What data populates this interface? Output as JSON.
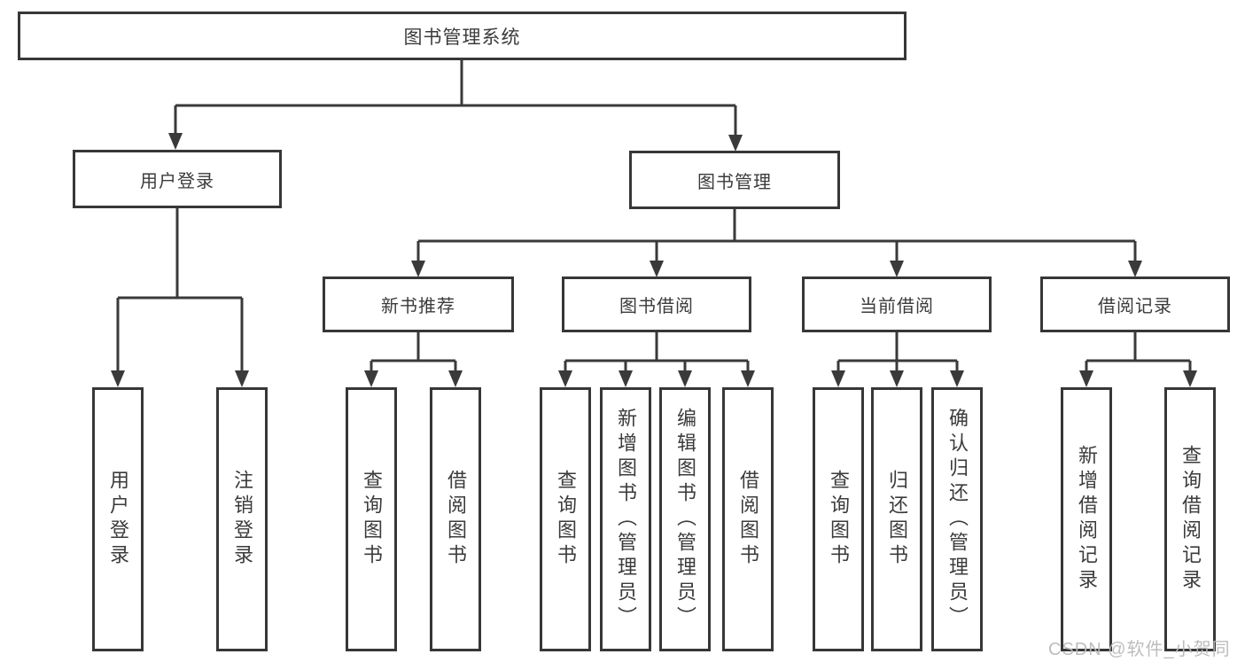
{
  "diagram": {
    "root": {
      "label": "图书管理系统"
    },
    "branches": [
      {
        "label": "用户登录",
        "children": [
          {
            "label": "用户登录"
          },
          {
            "label": "注销登录"
          }
        ]
      },
      {
        "label": "图书管理",
        "children": [
          {
            "label": "新书推荐",
            "children": [
              {
                "label": "查询图书"
              },
              {
                "label": "借阅图书"
              }
            ]
          },
          {
            "label": "图书借阅",
            "children": [
              {
                "label": "查询图书"
              },
              {
                "label": "新增图书（管理员）"
              },
              {
                "label": "编辑图书（管理员）"
              },
              {
                "label": "借阅图书"
              }
            ]
          },
          {
            "label": "当前借阅",
            "children": [
              {
                "label": "查询图书"
              },
              {
                "label": "归还图书"
              },
              {
                "label": "确认归还（管理员）"
              }
            ]
          },
          {
            "label": "借阅记录",
            "children": [
              {
                "label": "新增借阅记录"
              },
              {
                "label": "查询借阅记录"
              }
            ]
          }
        ]
      }
    ],
    "watermark": "CSDN @软件_小贺同学",
    "colors": {
      "stroke": "#3a3a3a",
      "text": "#3b3b3b",
      "background": "#ffffff",
      "watermark": "#b9b9b9"
    }
  }
}
